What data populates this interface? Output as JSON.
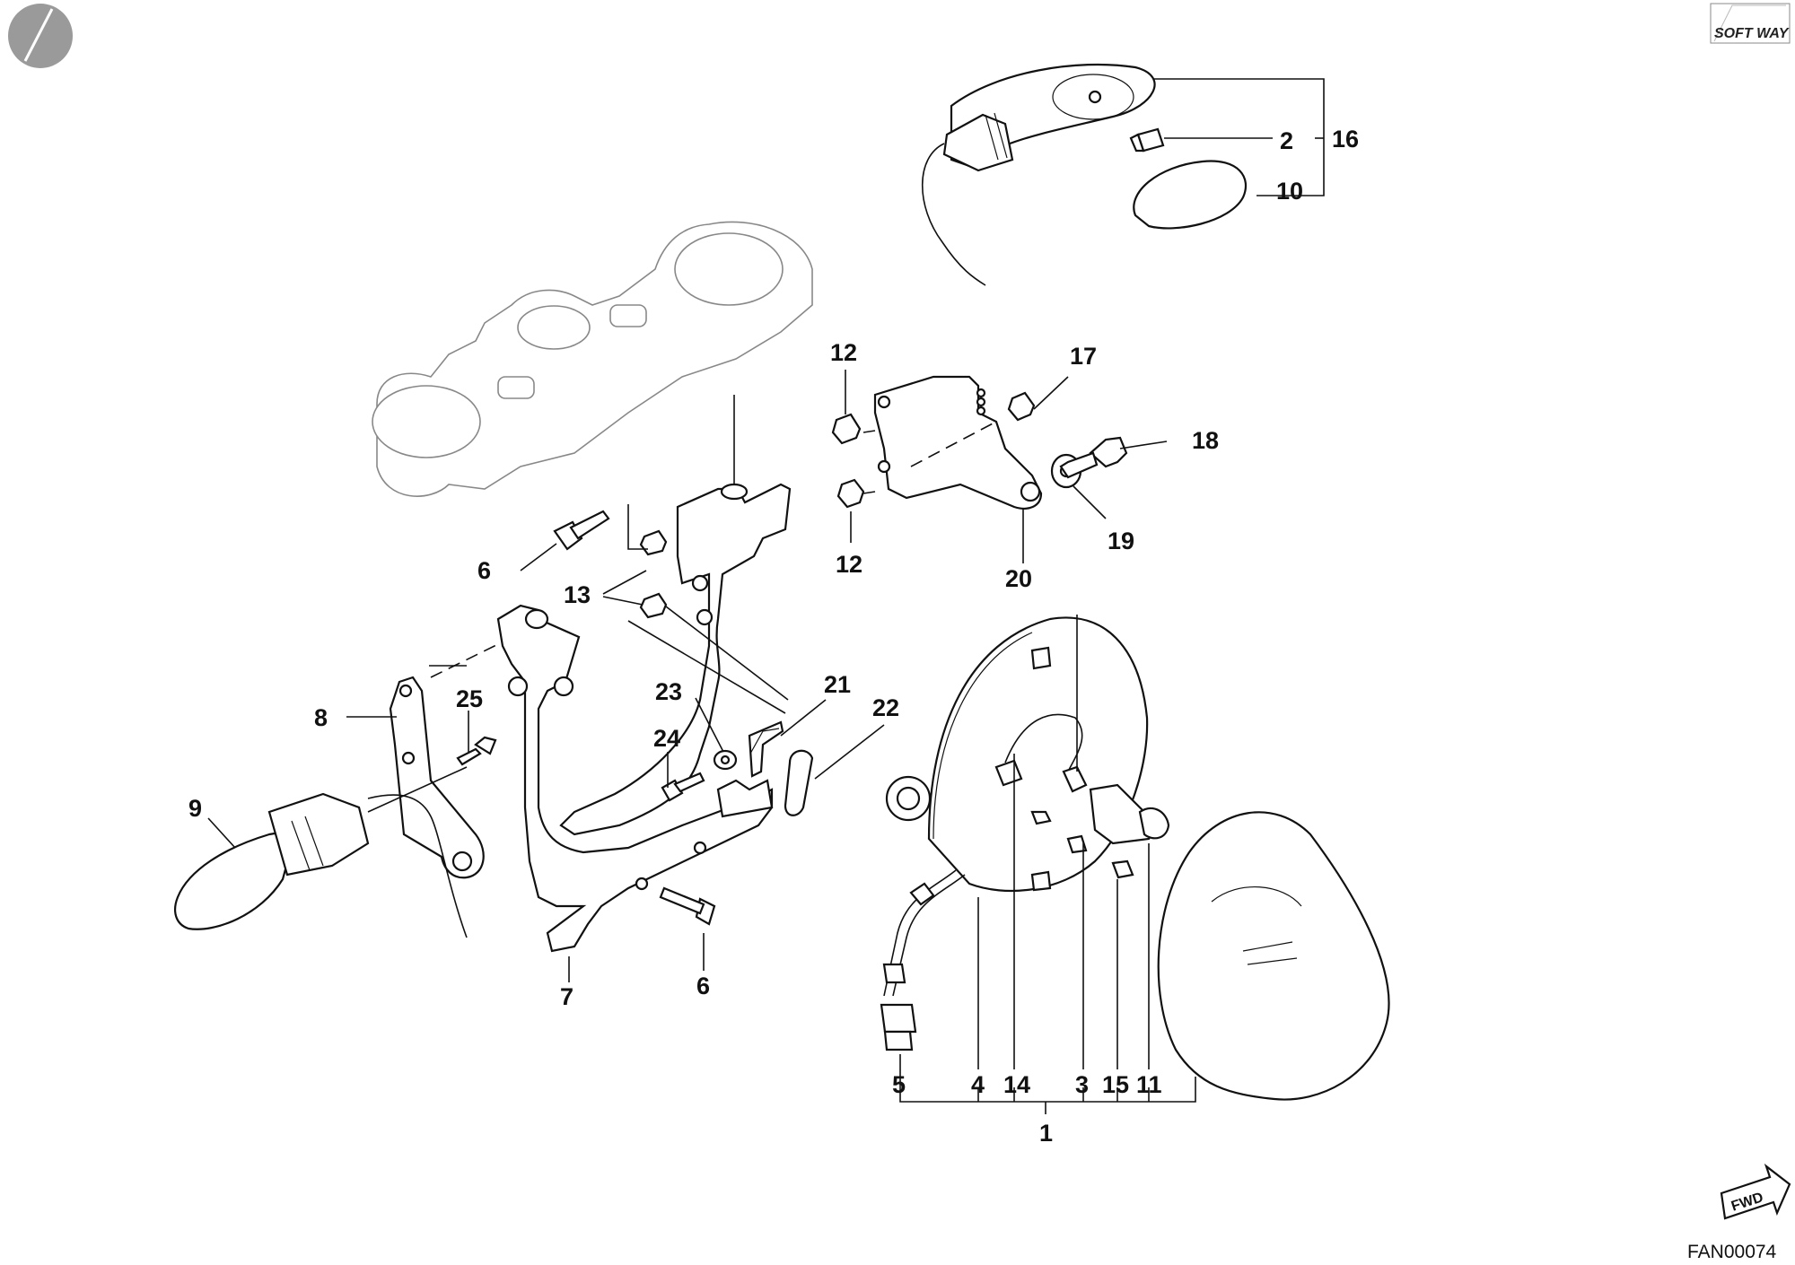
{
  "brand": {
    "logo_text": "SOFT WAY",
    "corner_mark": "dotted-circle"
  },
  "drawing_code": "FAN00074",
  "direction_marker": "FWD",
  "callouts": {
    "c1": "1",
    "c2": "2",
    "c3": "3",
    "c4": "4",
    "c5": "5",
    "c6a": "6",
    "c6b": "6",
    "c7": "7",
    "c8": "8",
    "c9": "9",
    "c10": "10",
    "c11": "11",
    "c12a": "12",
    "c12b": "12",
    "c13": "13",
    "c14": "14",
    "c15": "15",
    "c16": "16",
    "c17": "17",
    "c18": "18",
    "c19": "19",
    "c20": "20",
    "c21": "21",
    "c22": "22",
    "c23": "23",
    "c24": "24",
    "c25": "25"
  }
}
